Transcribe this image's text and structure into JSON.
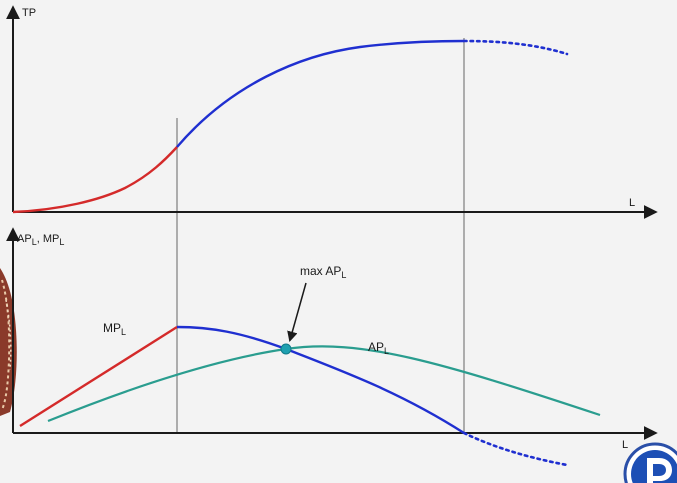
{
  "top_panel": {
    "y_axis_label": "TP",
    "x_axis_label": "L"
  },
  "bottom_panel": {
    "y_axis_label_main": "AP",
    "y_axis_label_sub1": "L",
    "y_axis_sep": ", MP",
    "y_axis_label_sub2": "L",
    "x_axis_label": "L",
    "mp_label": "MP",
    "mp_label_sub": "L",
    "ap_label": "AP",
    "ap_label_sub": "L",
    "max_ap_label": "max AP",
    "max_ap_label_sub": "L"
  },
  "colors": {
    "background": "#f3f3f3",
    "axis": "#1a1a1a",
    "guide_line": "#9a9a9a",
    "increasing_returns": "#d42a2a",
    "diminishing_returns": "#1f2fd0",
    "average_product": "#2a9d8f",
    "max_ap_point": "#1ea0b0"
  },
  "icons": {
    "bottom_left_decoration": "hand-illustration-icon",
    "bottom_right_logo": "brand-logo-icon"
  }
}
